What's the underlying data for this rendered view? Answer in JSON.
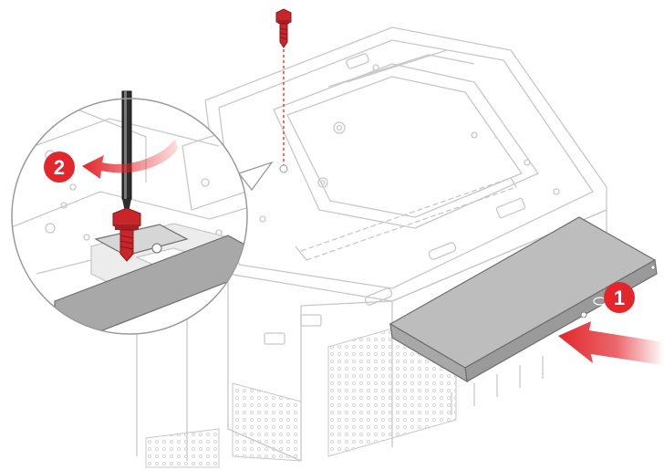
{
  "figure": {
    "steps": [
      {
        "number": "1",
        "action": "slide-in"
      },
      {
        "number": "2",
        "action": "tighten-screw"
      }
    ],
    "colors": {
      "step_badge": "#e2262b",
      "arrow": "#e2262b",
      "screw": "#c8262b",
      "chassis_line": "#c8c8c8",
      "drive_body": "#bdbdbd",
      "bracket": "#a8a8a8",
      "dashed_guide": "#e2262b"
    },
    "icons": [
      "screw-icon",
      "screwdriver-icon",
      "rotate-arrow-icon",
      "push-arrow-icon",
      "callout-pointer-icon"
    ]
  }
}
